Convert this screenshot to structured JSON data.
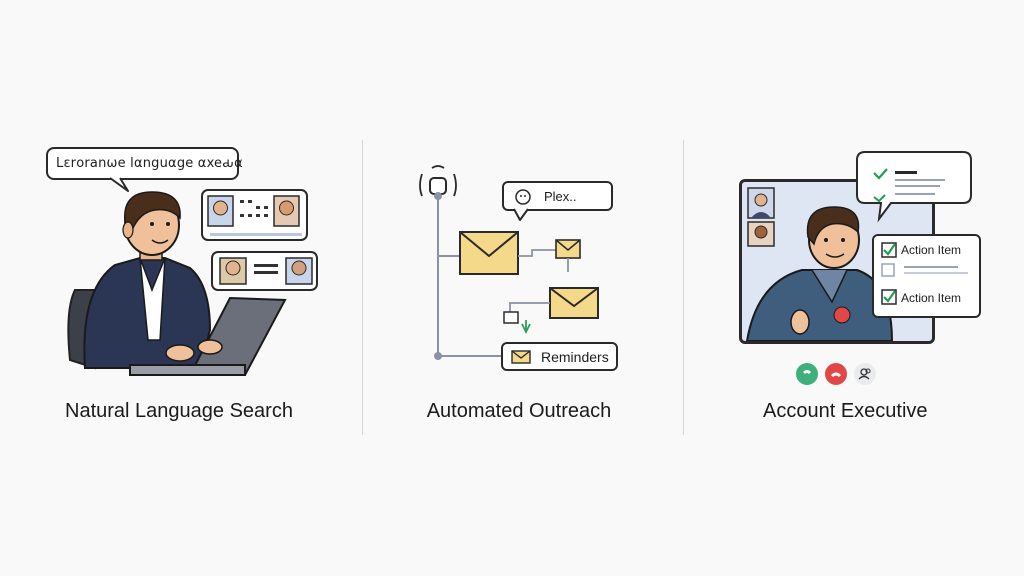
{
  "panels": [
    {
      "caption": "Natural Language Search",
      "speech_bubble": "Lεrοranωe lαnguαge αxeԃα"
    },
    {
      "caption": "Automated Outreach",
      "bubble": "Plex..",
      "reminder": "Reminders"
    },
    {
      "caption": "Account Executive",
      "action_items": [
        "Action Item",
        "Action Item"
      ],
      "call_controls": [
        "accept-call-icon",
        "end-call-icon",
        "participants-icon"
      ]
    }
  ],
  "colors": {
    "envelope": "#f5d98a",
    "accept": "#3fb07a",
    "end": "#e04848",
    "check": "#1f9e55",
    "screen": "#dfe6f3"
  }
}
